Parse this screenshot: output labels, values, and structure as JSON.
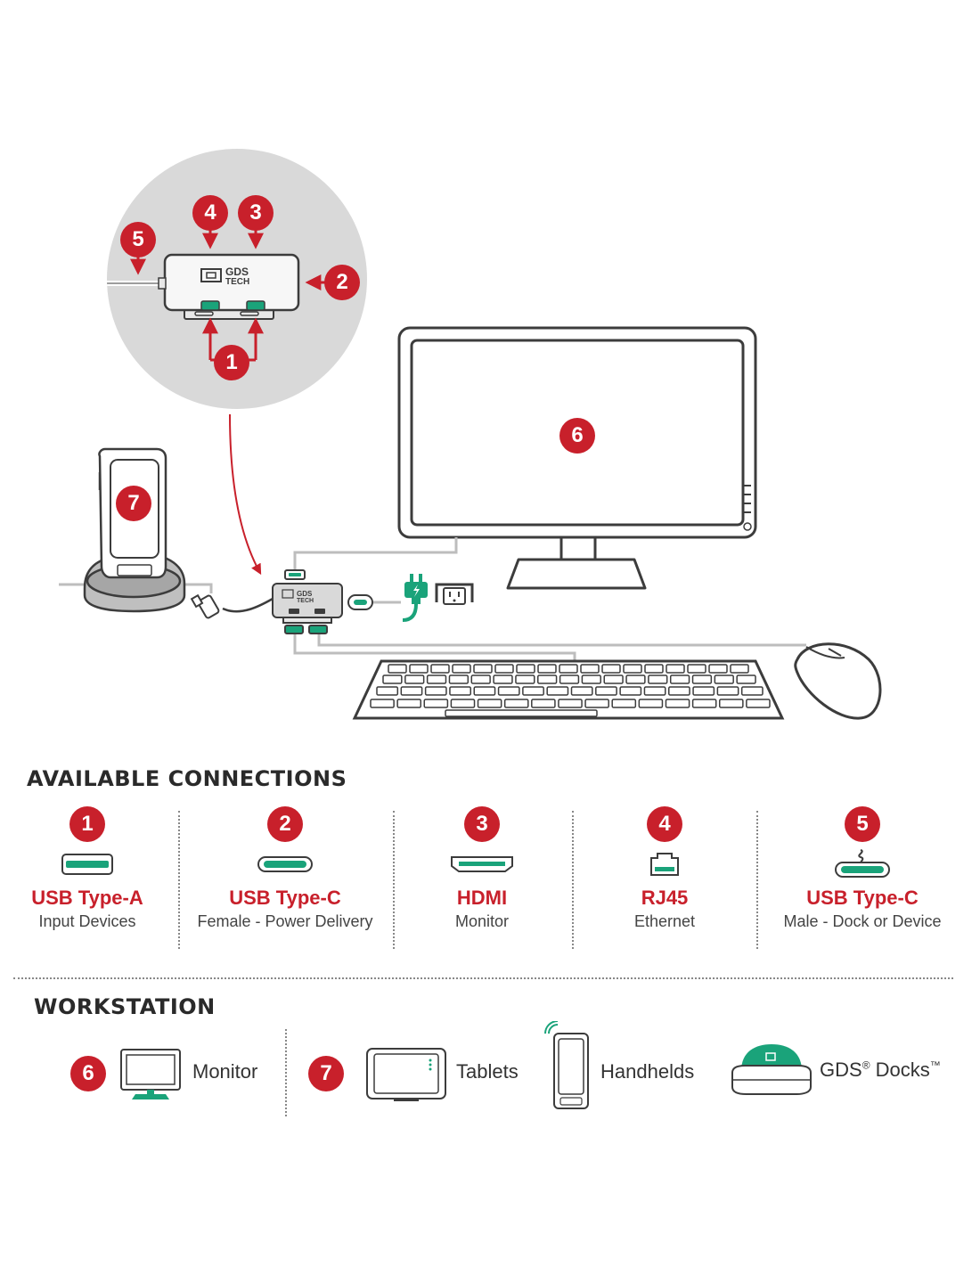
{
  "hub_label": {
    "line1": "GDS",
    "line2": "TECH"
  },
  "callouts": {
    "n1": "1",
    "n2": "2",
    "n3": "3",
    "n4": "4",
    "n5": "5",
    "n6": "6",
    "n7": "7"
  },
  "section_connections": "AVAILABLE CONNECTIONS",
  "connections": [
    {
      "number": "1",
      "name": "USB Type-A",
      "description": "Input Devices",
      "icon": "usb-a-port-icon"
    },
    {
      "number": "2",
      "name": "USB Type-C",
      "description": "Female - Power Delivery",
      "icon": "usb-c-port-icon"
    },
    {
      "number": "3",
      "name": "HDMI",
      "description": "Monitor",
      "icon": "hdmi-port-icon"
    },
    {
      "number": "4",
      "name": "RJ45",
      "description": "Ethernet",
      "icon": "rj45-port-icon"
    },
    {
      "number": "5",
      "name": "USB Type-C",
      "description": "Male - Dock or Device",
      "icon": "usb-c-plug-icon"
    }
  ],
  "section_workstation": "WORKSTATION",
  "workstation": {
    "monitor": {
      "number": "6",
      "label": "Monitor"
    },
    "tablets": {
      "number": "7",
      "label": "Tablets"
    },
    "handhelds": {
      "label": "Handhelds"
    },
    "docks": {
      "label_main": "GDS",
      "reg": "®",
      "label_docks": " Docks",
      "tm": "™"
    }
  },
  "colors": {
    "accent_red": "#c8202b",
    "accent_green": "#1aa37a",
    "line_gray": "#3c3c3c"
  }
}
